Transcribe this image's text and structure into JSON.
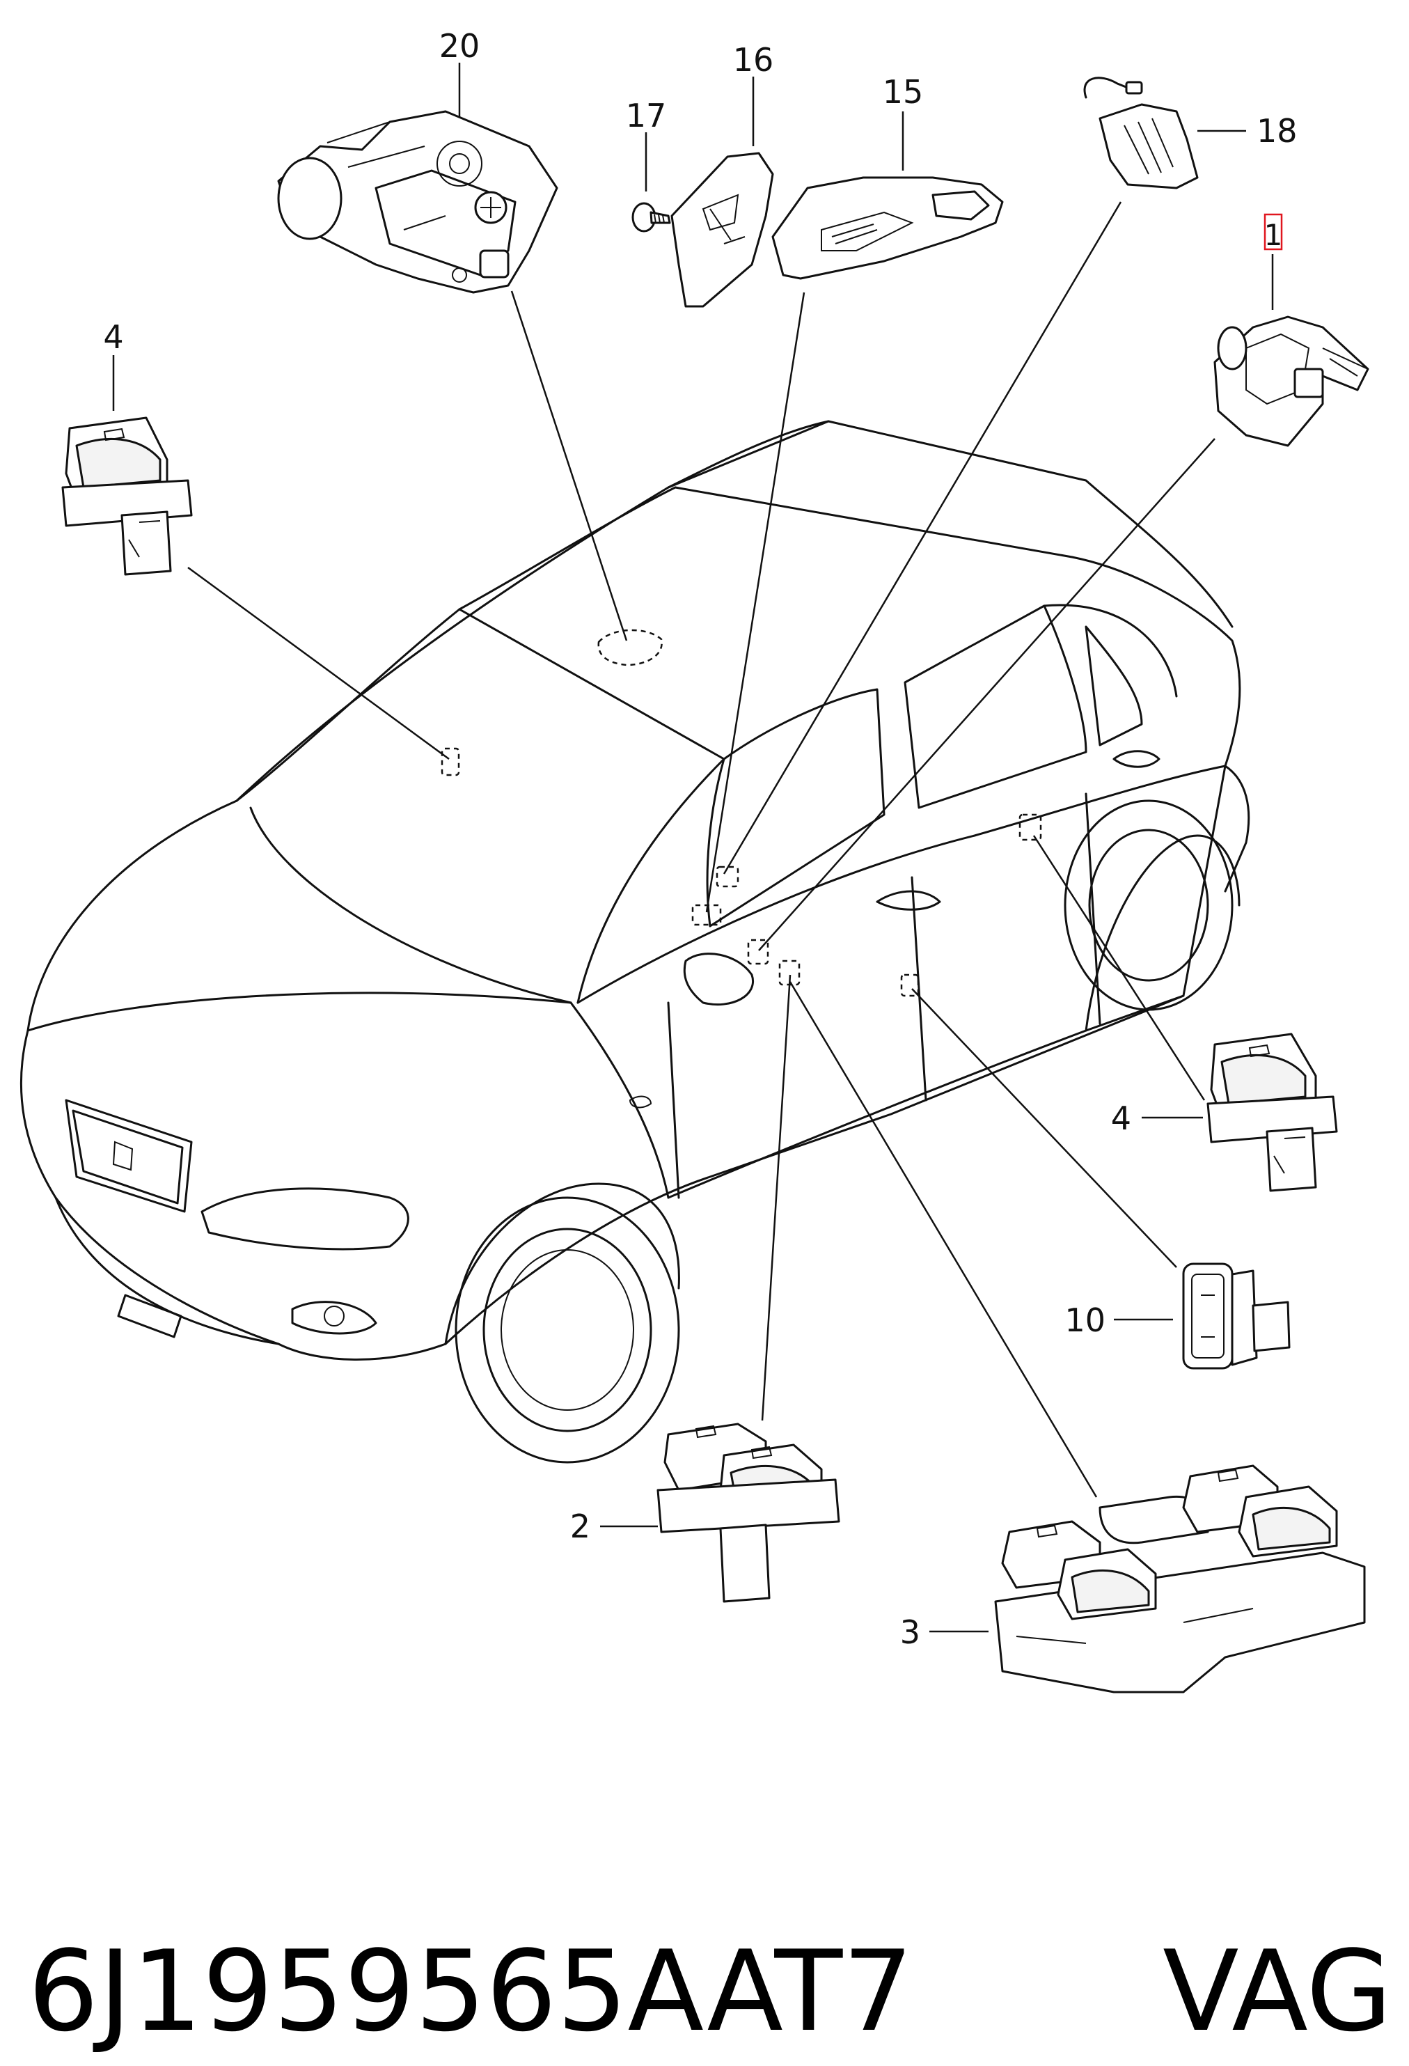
{
  "callouts": {
    "c20": "20",
    "c17": "17",
    "c16": "16",
    "c15": "15",
    "c18": "18",
    "c1": "1",
    "c4_left": "4",
    "c4_right": "4",
    "c10": "10",
    "c2": "2",
    "c3": "3"
  },
  "highlight_color": "#e0161e",
  "footer": {
    "part_number": "6J1959565AAT7",
    "brand": "VAG"
  }
}
